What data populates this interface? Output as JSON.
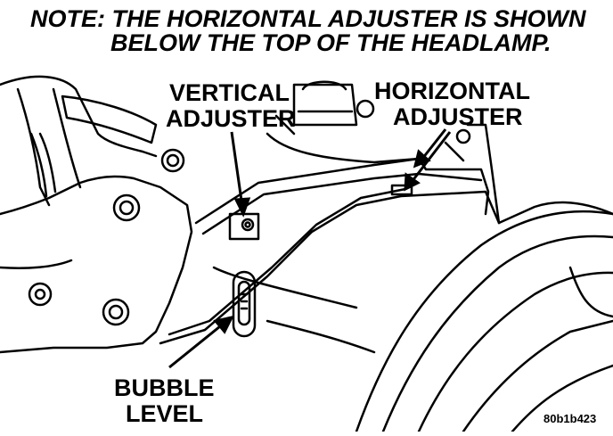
{
  "note": {
    "line1": "NOTE: THE HORIZONTAL ADJUSTER IS SHOWN",
    "line2": "BELOW THE TOP OF THE HEADLAMP."
  },
  "labels": {
    "vertical_line1": "VERTICAL",
    "vertical_line2": "ADJUSTER",
    "horizontal_line1": "HORIZONTAL",
    "horizontal_line2": "ADJUSTER",
    "bubble_line1": "BUBBLE",
    "bubble_line2": "LEVEL"
  },
  "figure_code": "80b1b423"
}
